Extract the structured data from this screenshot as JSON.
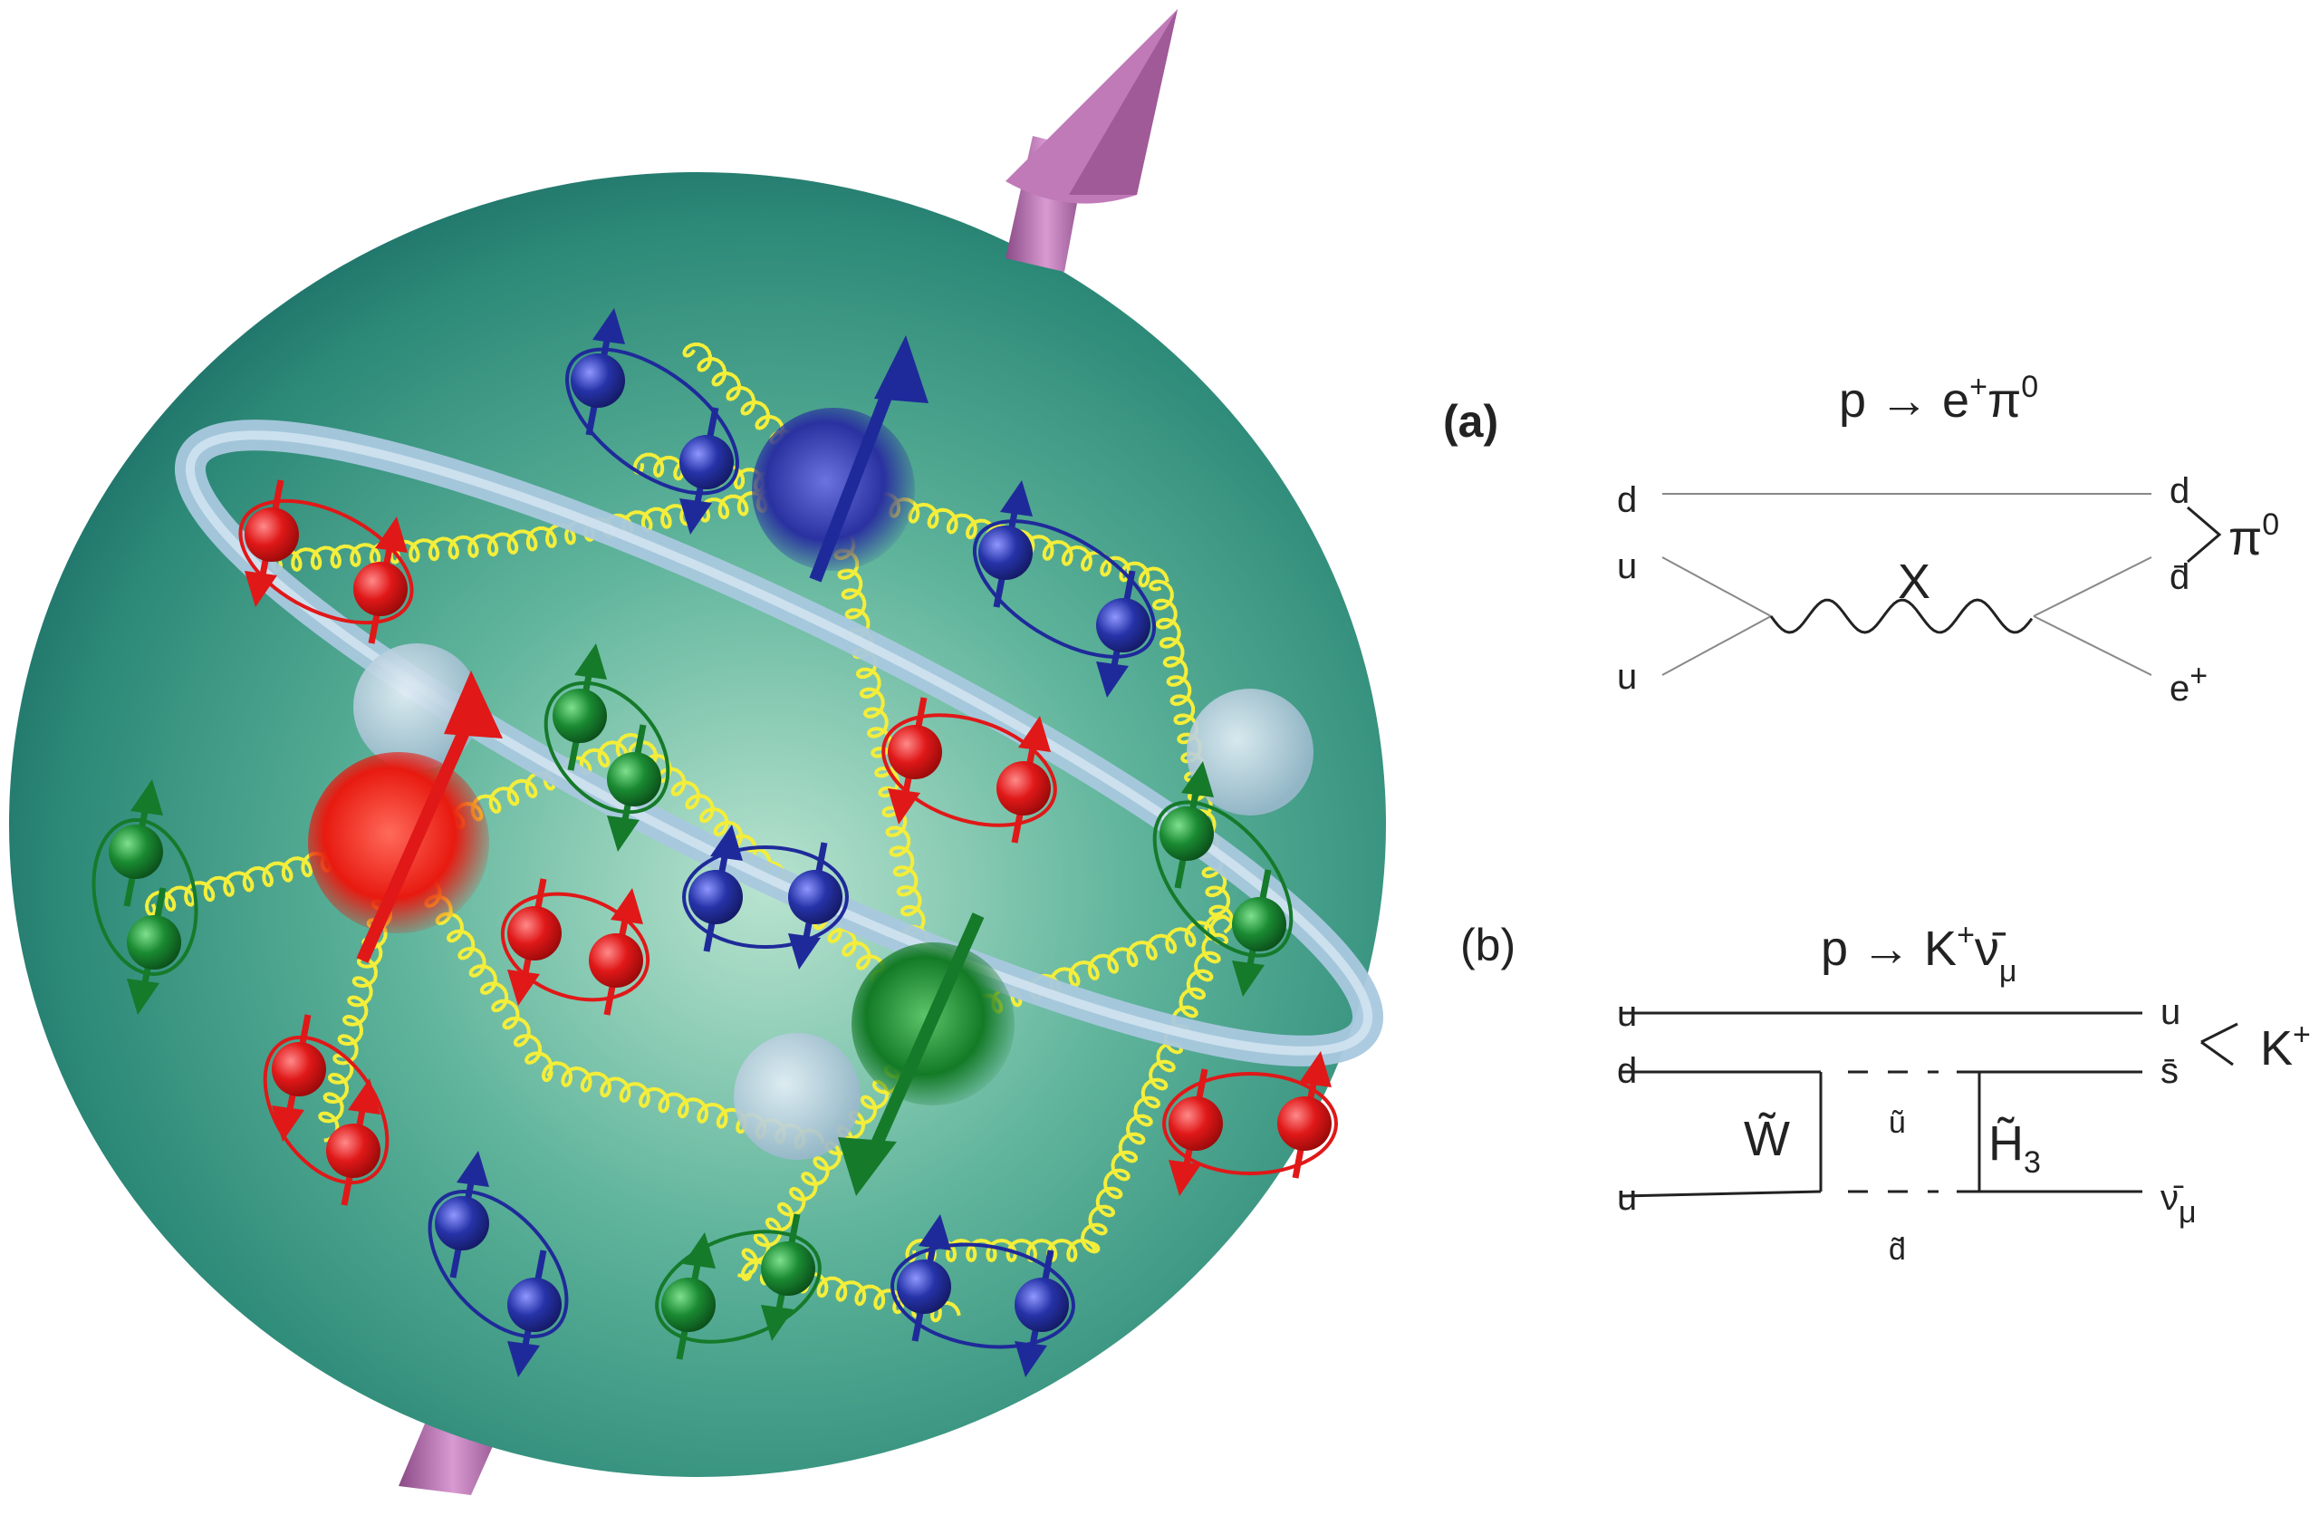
{
  "panel_a": {
    "tag": "(a)",
    "title": "p → e",
    "title_sup": "+",
    "title_tail": "π",
    "title_tail_sup": "0",
    "left_quarks": [
      "d",
      "u",
      "u"
    ],
    "right_quarks": [
      "d",
      "d̄",
      "e"
    ],
    "right_e_sup": "+",
    "boson": "X",
    "meson": "π",
    "meson_sup": "0"
  },
  "panel_b": {
    "tag": "(b)",
    "title": "p → K",
    "title_sup": "+",
    "title_tail": "ν̄",
    "title_tail_sub": "μ",
    "left_quarks": [
      "u",
      "d",
      "u"
    ],
    "right_quarks": [
      "u",
      "s̄",
      "ν̄"
    ],
    "right_nu_sub": "μ",
    "meson": "K",
    "meson_sup": "+",
    "wino": "W̃",
    "squark_up": "ũ",
    "squark_down": "d̃",
    "higgsino": "H̃",
    "higgsino_sub": "3"
  },
  "colors": {
    "sphere": "#2f8f80",
    "red_quark": "#e01818",
    "blue_quark": "#1f2a9a",
    "green_quark": "#157a2a",
    "gluon": "#f4ee3a",
    "ring": "#a9c8de",
    "spin_axis": "#b06aa8"
  }
}
